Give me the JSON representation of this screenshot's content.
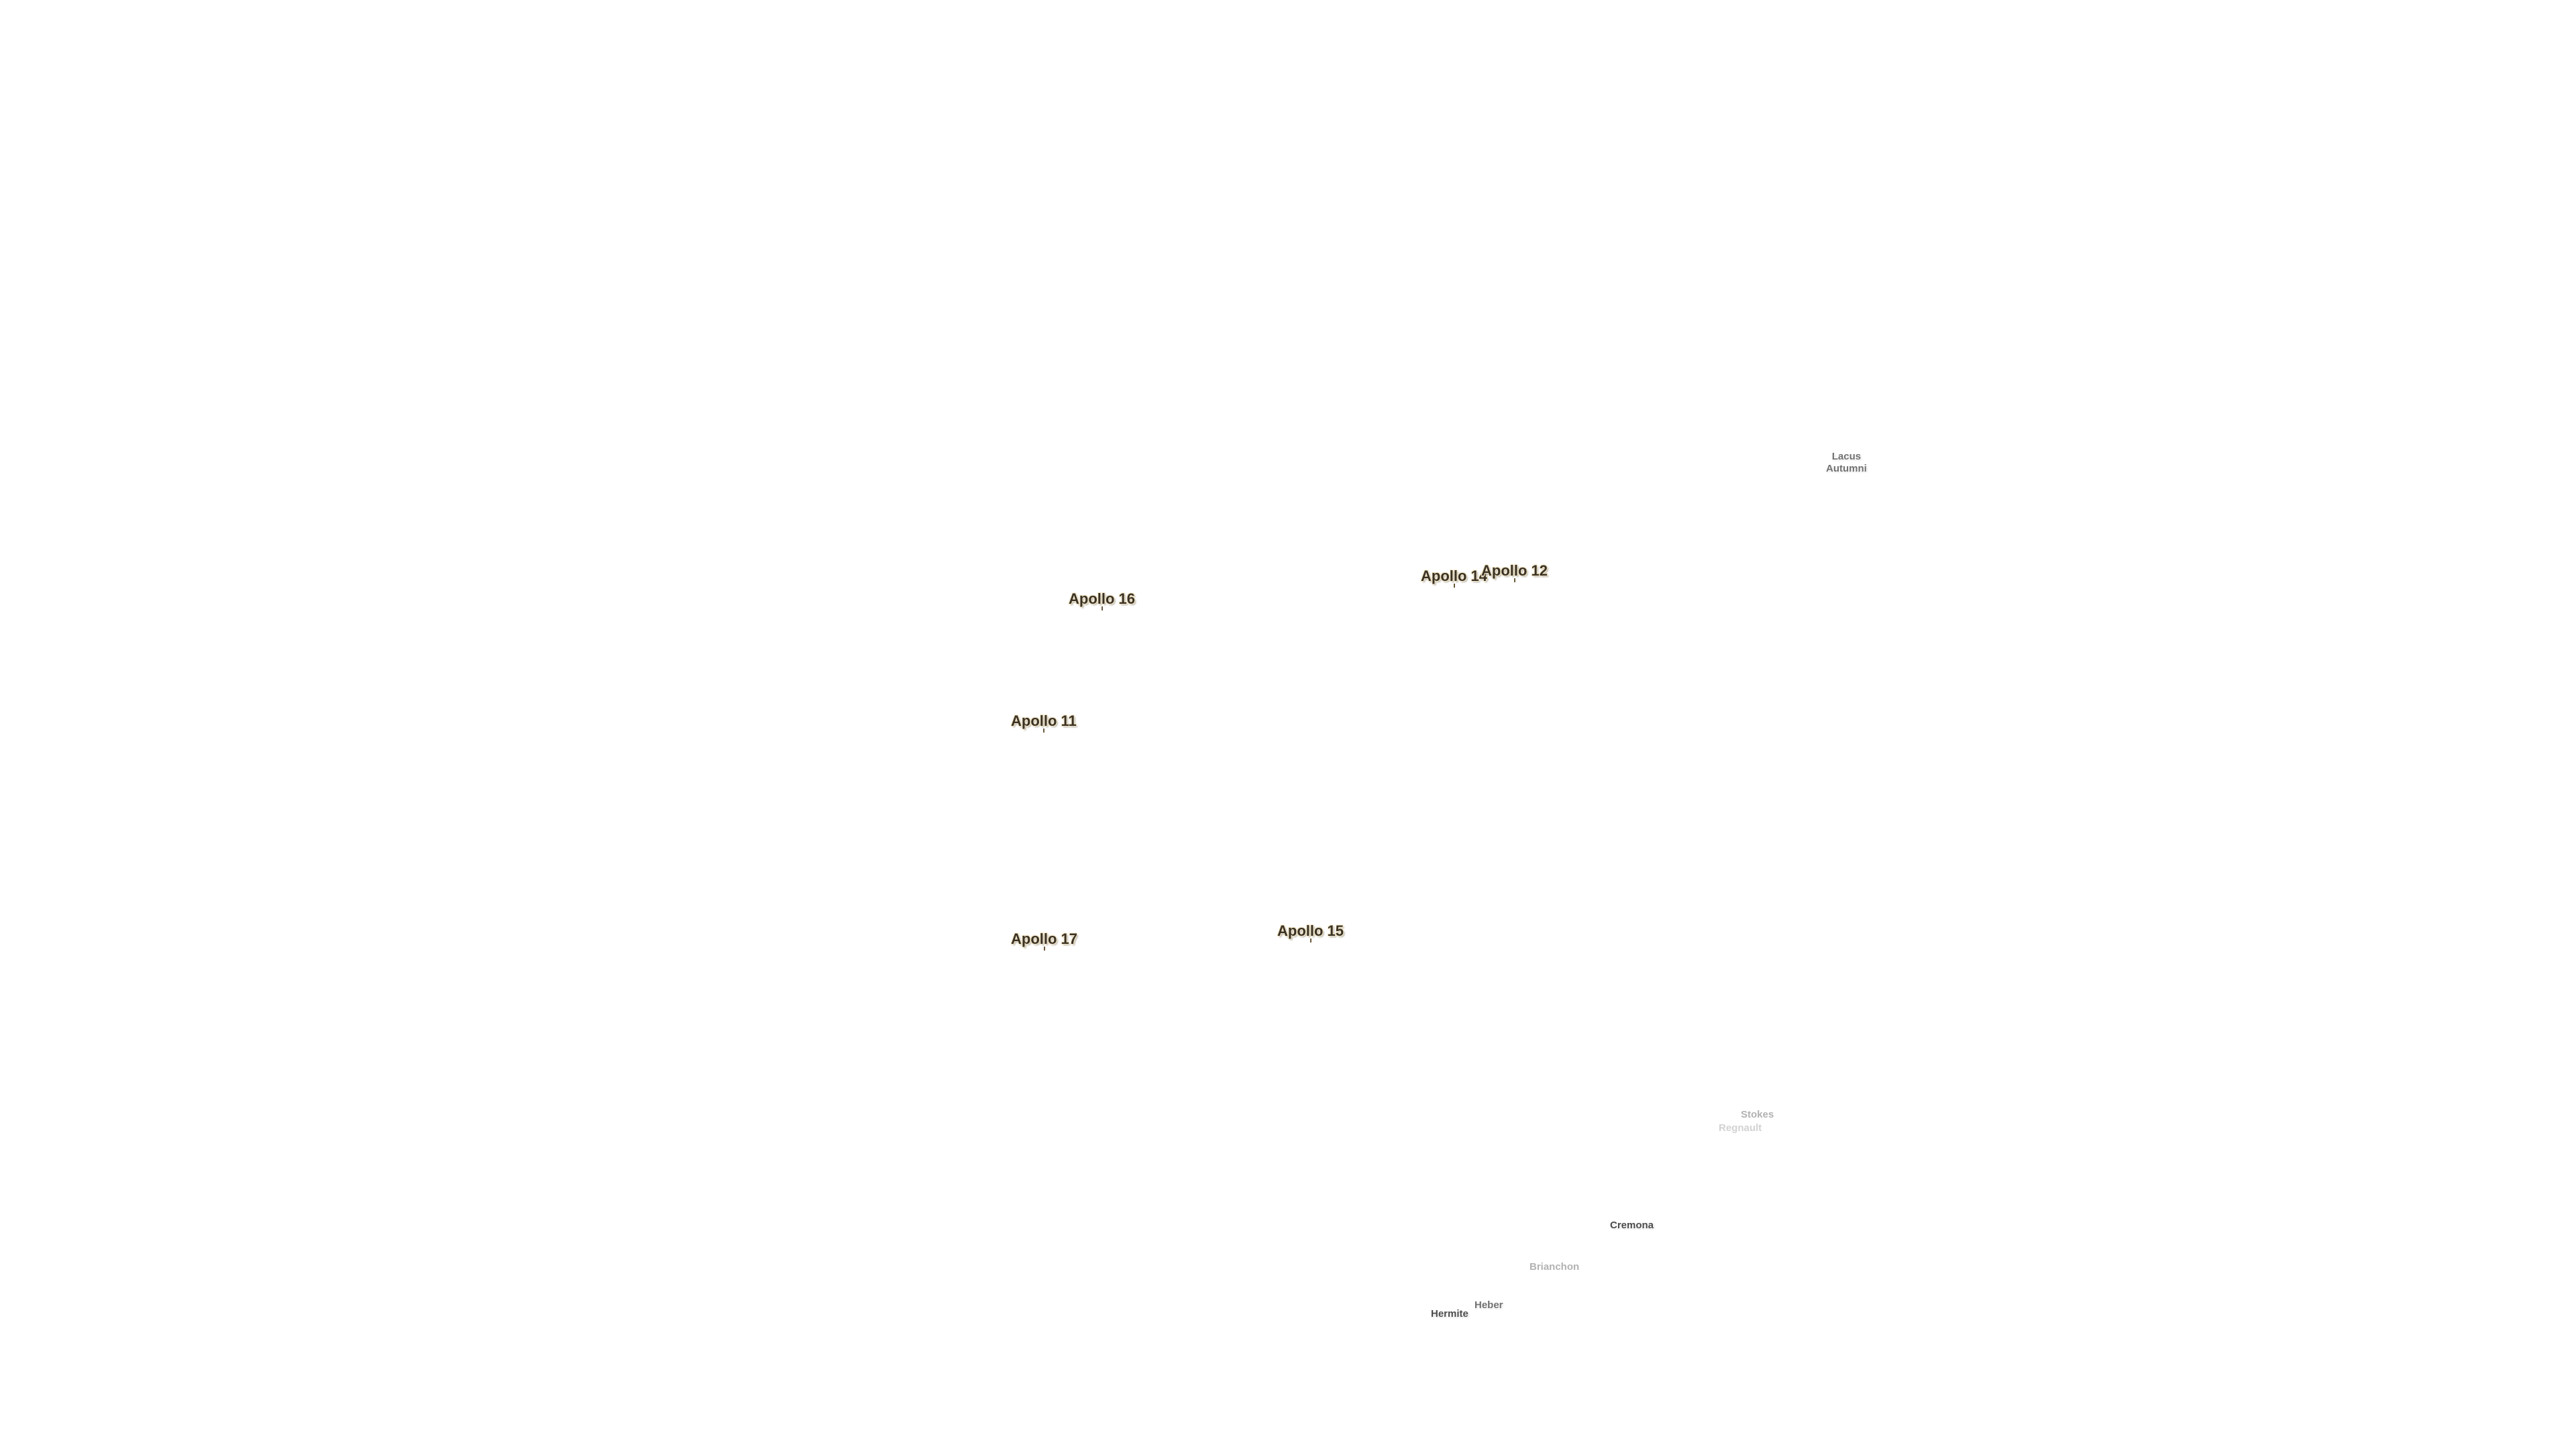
{
  "apollo_sites": [
    {
      "id": "apollo-16",
      "label": "Apollo 16"
    },
    {
      "id": "apollo-14",
      "label": "Apollo 14"
    },
    {
      "id": "apollo-12",
      "label": "Apollo 12"
    },
    {
      "id": "apollo-11",
      "label": "Apollo 11"
    },
    {
      "id": "apollo-17",
      "label": "Apollo 17"
    },
    {
      "id": "apollo-15",
      "label": "Apollo 15"
    }
  ],
  "features": {
    "lacus_autumni": {
      "line1": "Lacus",
      "line2": "Autumni"
    },
    "stokes": "Stokes",
    "regnault": "Regnault",
    "cremona": "Cremona",
    "brianchon": "Brianchon",
    "heber": "Heber",
    "hermite": "Hermite"
  }
}
